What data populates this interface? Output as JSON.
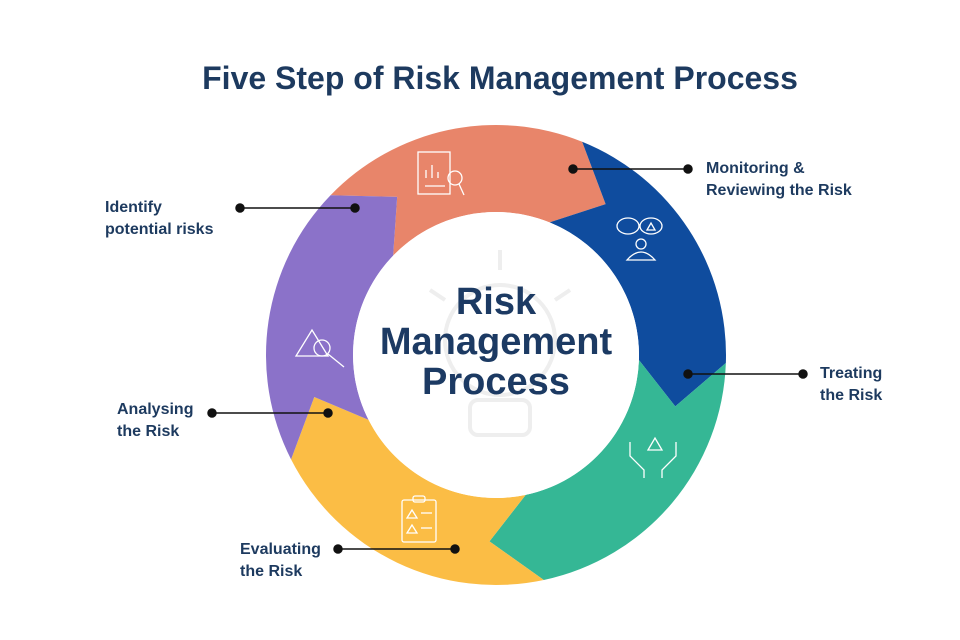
{
  "title": "Five Step of Risk Management Process",
  "center": {
    "line1": "Risk",
    "line2": "Management",
    "line3": "Process"
  },
  "steps": [
    {
      "name": "identify",
      "line1": "Identify",
      "line2": "potential risks",
      "color": "#e8856a",
      "icon": "report-chart-icon"
    },
    {
      "name": "monitoring",
      "line1": "Monitoring &",
      "line2": "Reviewing the Risk",
      "color": "#0f4c9e",
      "icon": "chat-person-alert-icon"
    },
    {
      "name": "treating",
      "line1": "Treating",
      "line2": "the Risk",
      "color": "#35b795",
      "icon": "hands-alert-icon"
    },
    {
      "name": "evaluating",
      "line1": "Evaluating",
      "line2": "the Risk",
      "color": "#fbbd45",
      "icon": "clipboard-alert-icon"
    },
    {
      "name": "analysing",
      "line1": "Analysing",
      "line2": "the Risk",
      "color": "#8b72c9",
      "icon": "alert-search-icon"
    }
  ]
}
